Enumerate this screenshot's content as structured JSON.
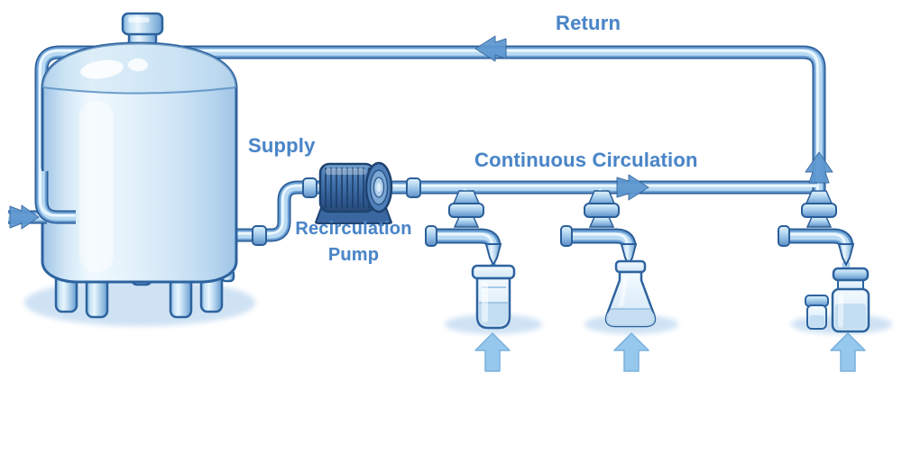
{
  "labels": {
    "return": "Return",
    "supply": "Supply",
    "circulation": "Continuous Circulation",
    "pump_line1": "Recirculation",
    "pump_line2": "Pump"
  },
  "colors": {
    "pipe_outline": "#2b5e99",
    "pipe_mid": "#6fa3d6",
    "pipe_core": "#b9daf2",
    "pipe_highlight": "#ebf7fe",
    "label_text": "#4a85c7",
    "flow_arrow": "#5e98d0",
    "fill_arrow": "#96c8ed",
    "pump_body": "#3f6fa8",
    "glassware": "#e2f0fb",
    "liquid": "#c3ddf2",
    "shadow": "#cfe2f4",
    "background": "#ffffff"
  },
  "components": {
    "tank": "storage-tank",
    "pump": "recirculation-pump",
    "loop_lines": [
      "supply-line",
      "continuous-circulation-line",
      "riser-line",
      "return-line"
    ],
    "dispense_points": [
      {
        "faucet": "valve-faucet",
        "vessel": "beaker"
      },
      {
        "faucet": "valve-faucet",
        "vessel": "erlenmeyer-flask"
      },
      {
        "faucet": "valve-faucet",
        "vessel": "vials"
      }
    ],
    "flow_arrows": [
      "tank-inlet-right",
      "circulation-right",
      "riser-up",
      "return-left",
      "fill-up-beaker",
      "fill-up-flask",
      "fill-up-vials"
    ]
  }
}
